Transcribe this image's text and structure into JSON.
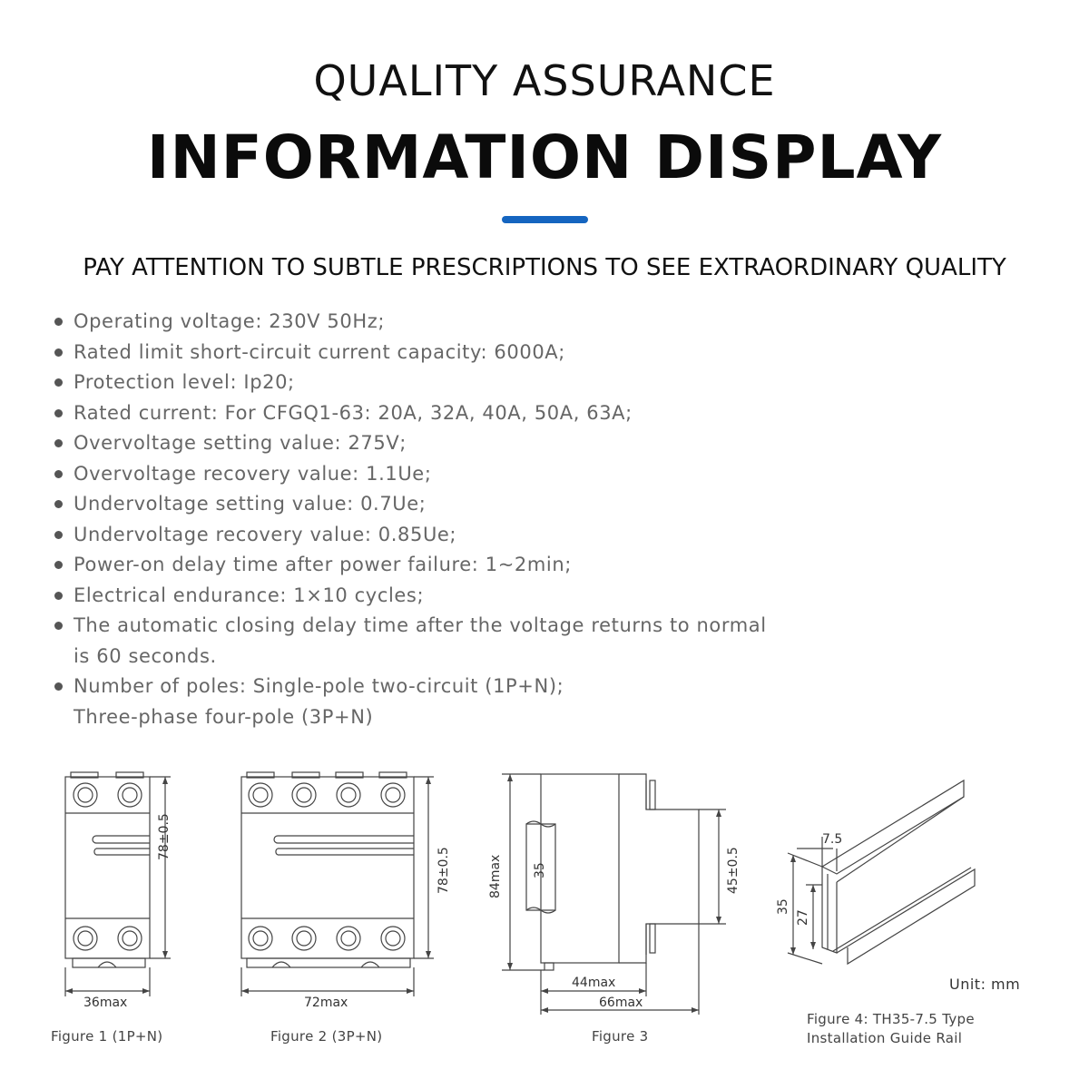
{
  "header": {
    "line1": "QUALITY ASSURANCE",
    "line2": "INFORMATION DISPLAY",
    "accent_color": "#1565c0"
  },
  "subheading": "PAY ATTENTION TO SUBTLE PRESCRIPTIONS TO SEE EXTRAORDINARY QUALITY",
  "specs": [
    {
      "lines": [
        "Operating voltage: 230V 50Hz;"
      ]
    },
    {
      "lines": [
        "Rated limit short-circuit current capacity: 6000A;"
      ]
    },
    {
      "lines": [
        "Protection level: Ip20;"
      ]
    },
    {
      "lines": [
        "Rated current: For CFGQ1-63: 20A, 32A, 40A, 50A, 63A;"
      ]
    },
    {
      "lines": [
        "Overvoltage setting value: 275V;"
      ]
    },
    {
      "lines": [
        "Overvoltage recovery value: 1.1Ue;"
      ]
    },
    {
      "lines": [
        "Undervoltage setting value: 0.7Ue;"
      ]
    },
    {
      "lines": [
        "Undervoltage recovery value: 0.85Ue;"
      ]
    },
    {
      "lines": [
        "Power-on delay time after power failure: 1~2min;"
      ]
    },
    {
      "lines": [
        "Electrical endurance: 1×10 cycles;"
      ]
    },
    {
      "lines": [
        "The automatic closing delay time after the voltage returns to normal",
        "is 60 seconds."
      ]
    },
    {
      "lines": [
        "Number of poles: Single-pole two-circuit (1P+N);",
        "Three-phase four-pole (3P+N)"
      ]
    }
  ],
  "figures": {
    "fig1": {
      "width_label": "36max",
      "height_label": "78±0.5",
      "caption": "Figure 1  (1P+N)"
    },
    "fig2": {
      "width_label": "72max",
      "height_label": "78±0.5",
      "caption": "Figure 2  (3P+N)"
    },
    "fig3": {
      "height_label": "84max",
      "inner_label": "35",
      "right_label": "45±0.5",
      "depth1_label": "44max",
      "depth2_label": "66max",
      "caption": "Figure 3"
    },
    "fig4": {
      "top_label": "7.5",
      "outer_label": "35",
      "inner_label": "27",
      "unit": "Unit: mm",
      "caption_line1": "Figure 4: TH35-7.5 Type",
      "caption_line2": "Installation Guide Rail"
    }
  }
}
